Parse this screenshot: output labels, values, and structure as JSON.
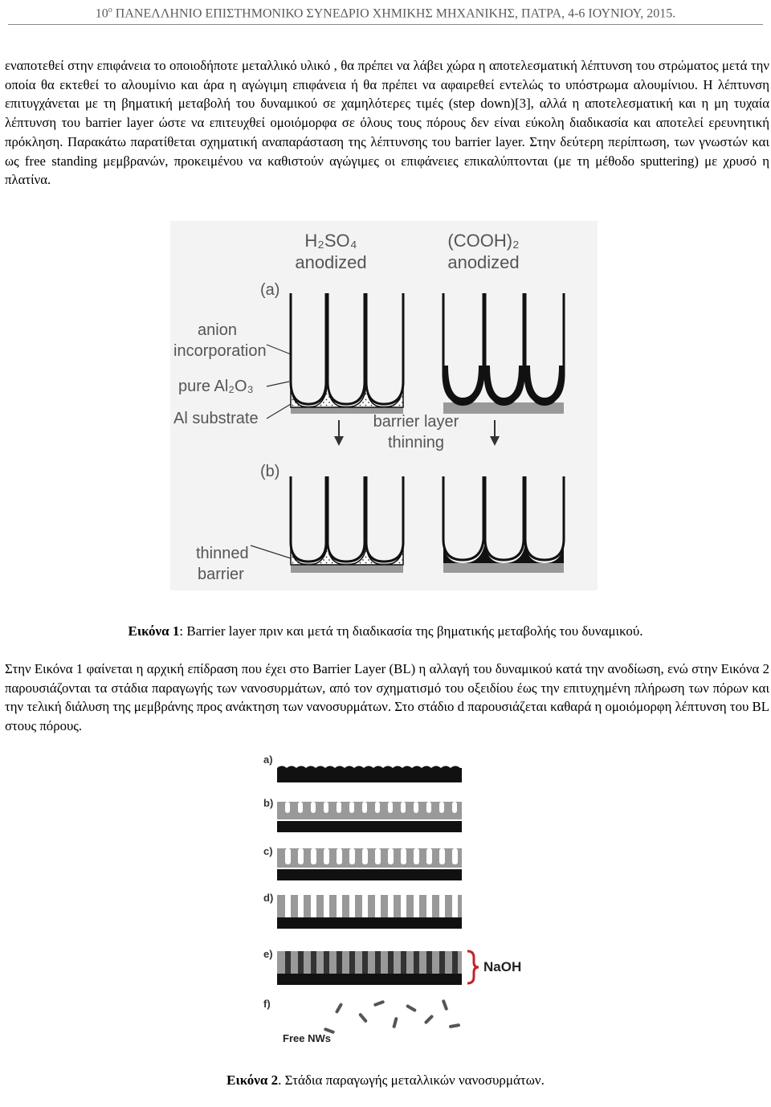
{
  "header": {
    "number": "10",
    "ordinal": "ο",
    "text": "ΠΑΝΕΛΛΗΝΙΟ ΕΠΙΣΤΗΜΟΝΙΚΟ ΣΥΝΕΔΡΙΟ ΧΗΜΙΚΗΣ ΜΗΧΑΝΙΚΗΣ, ΠΑΤΡΑ, 4-6 ΙΟΥΝΙΟΥ, 2015."
  },
  "paragraph1": "εναποτεθεί στην επιφάνεια το οποιοδήποτε μεταλλικό υλικό , θα πρέπει να λάβει χώρα η αποτελεσματική λέπτυνση του στρώματος μετά την οποία θα εκτεθεί το αλουμίνιο και άρα η αγώγιμη επιφάνεια ή θα πρέπει να αφαιρεθεί εντελώς το υπόστρωμα αλουμίνιου. Η λέπτυνση επιτυγχάνεται με τη βηματική μεταβολή του δυναμικού σε χαμηλότερες τιμές (step down)[3], αλλά η αποτελεσματική και η μη τυχαία λέπτυνση του barrier layer ώστε να επιτευχθεί ομοιόμορφα σε όλους τους πόρους δεν είναι εύκολη διαδικασία και αποτελεί ερευνητική πρόκληση. Παρακάτω παρατίθεται σχηματική αναπαράσταση της λέπτυνσης του barrier layer. Στην δεύτερη περίπτωση, των γνωστών και ως free standing μεμβρανών, προκειμένου να καθιστούν αγώγιμες οι επιφάνειες επικαλύπτονται (με τη μέθοδο sputtering) με χρυσό η πλατίνα.",
  "figure1": {
    "col1_label": "H₂SO₄",
    "col1_sub": "anodized",
    "col2_label": "(COOH)₂",
    "col2_sub": "anodized",
    "panel_a": "(a)",
    "panel_b": "(b)",
    "anion": "anion",
    "incorporation": "incorporation",
    "pure": "pure Al₂O₃",
    "al_substrate": "Al substrate",
    "barrier_layer": "barrier layer",
    "thinning": "thinning",
    "thinned": "thinned",
    "barrier": "barrier"
  },
  "caption1": {
    "bold": "Εικόνα 1",
    "text": ": Barrier layer πριν και μετά τη διαδικασία της βηματικής μεταβολής του δυναμικού."
  },
  "paragraph2": "Στην Εικόνα 1 φαίνεται η αρχική επίδραση που έχει στο Barrier Layer (BL) η αλλαγή του δυναμικού κατά την ανοδίωση, ενώ στην Εικόνα 2 παρουσιάζονται τα στάδια παραγωγής των νανοσυρμάτων, από τον σχηματισμό του οξειδίου έως την επιτυχημένη πλήρωση των πόρων και την τελική διάλυση της μεμβράνης προς ανάκτηση των νανοσυρμάτων. Στο στάδιο d παρουσιάζεται καθαρά η ομοιόμορφη λέπτυνση του BL στους πόρους.",
  "figure2": {
    "a": "a)",
    "b": "b)",
    "c": "c)",
    "d": "d)",
    "e": "e)",
    "f": "f)",
    "naoh": "NaOH",
    "free_nws": "Free NWs"
  },
  "caption2": {
    "bold": "Εικόνα 2",
    "text": ". Στάδια παραγωγής μεταλλικών νανοσυρμάτων."
  }
}
